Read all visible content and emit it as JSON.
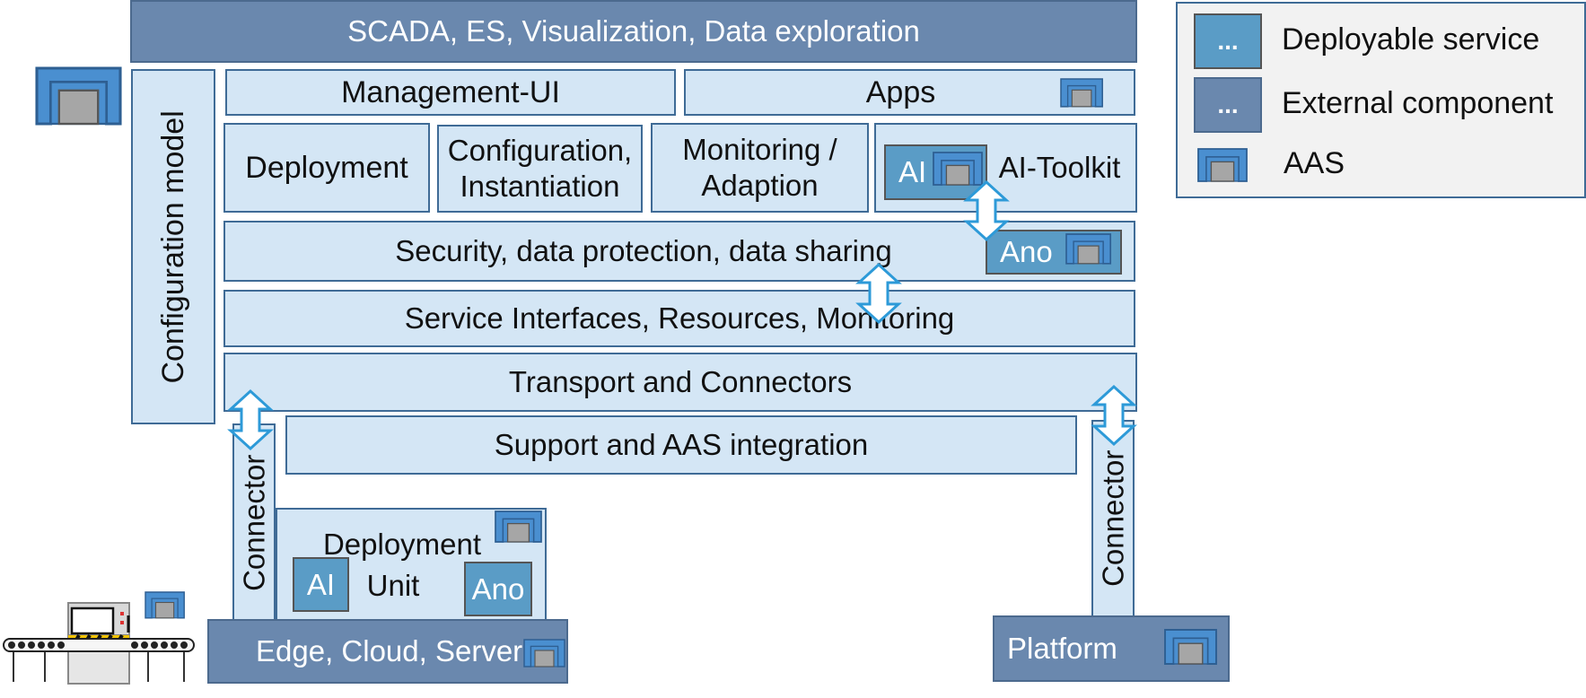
{
  "top_bar": "SCADA, ES, Visualization, Data exploration",
  "configuration_model": "Configuration model",
  "management_ui": "Management-UI",
  "apps": "Apps",
  "deployment": "Deployment",
  "configuration_instantiation": [
    "Configuration,",
    "Instantiation"
  ],
  "monitoring_adaption": [
    "Monitoring /",
    "Adaption"
  ],
  "ai_toolkit": "AI-Toolkit",
  "ai": "AI",
  "ano": "Ano",
  "security": "Security, data protection, data sharing",
  "service_interfaces": "Service Interfaces, Resources, Monitoring",
  "transport": "Transport and Connectors",
  "support_aas": "Support and AAS integration",
  "connector": "Connector",
  "deployment_unit": [
    "Deployment",
    "Unit"
  ],
  "edge_cloud_server": "Edge, Cloud, Server",
  "platform": "Platform",
  "legend": {
    "items": [
      {
        "swatch": "...",
        "label": "Deployable service"
      },
      {
        "swatch": "...",
        "label": "External component"
      },
      {
        "swatch": "",
        "label": "AAS"
      }
    ]
  },
  "colors": {
    "external": "#6a88ae",
    "deployable": "#5a9cc6",
    "layer": "#d4e6f5",
    "aas_frame": "#4a8fd0",
    "aas_inner": "#a6a6a6"
  }
}
